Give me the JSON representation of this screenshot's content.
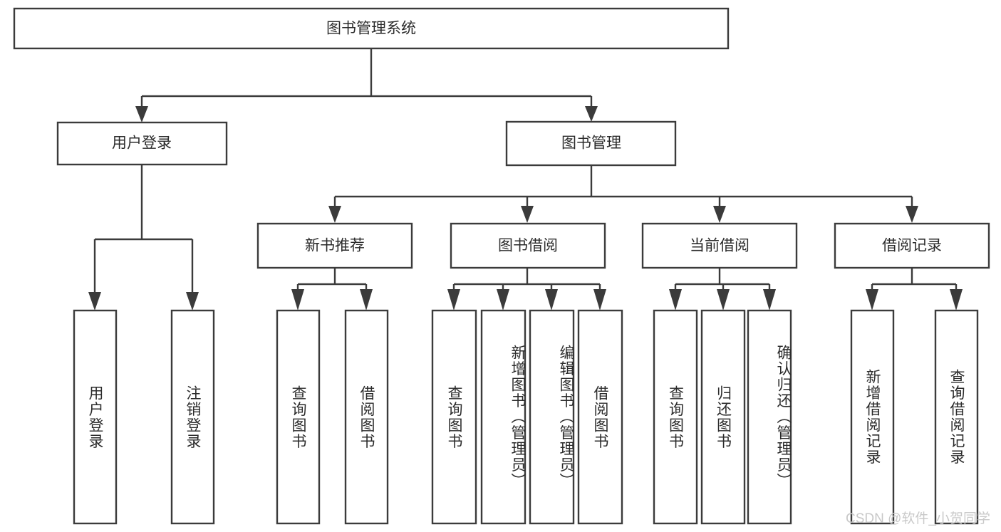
{
  "diagram": {
    "title": "图书管理系统",
    "type": "hierarchy-tree",
    "watermark": "CSDN @软件_小贺同学",
    "colors": {
      "stroke": "#3b3b3b",
      "fill": "#ffffff",
      "text": "#2b2b2b",
      "watermark": "#c9c9c9"
    },
    "nodes": {
      "root": {
        "label": "图书管理系统",
        "orientation": "horizontal"
      },
      "level1": [
        {
          "id": "user-login",
          "label": "用户登录",
          "orientation": "horizontal"
        },
        {
          "id": "book-management",
          "label": "图书管理",
          "orientation": "horizontal"
        }
      ],
      "level2": [
        {
          "id": "new-book-recommend",
          "label": "新书推荐",
          "orientation": "horizontal"
        },
        {
          "id": "book-borrow",
          "label": "图书借阅",
          "orientation": "horizontal"
        },
        {
          "id": "current-borrow",
          "label": "当前借阅",
          "orientation": "horizontal"
        },
        {
          "id": "borrow-record",
          "label": "借阅记录",
          "orientation": "horizontal"
        }
      ],
      "leaves": [
        {
          "id": "leaf-user-login",
          "label": "用户登录",
          "parent": "user-login",
          "orientation": "vertical"
        },
        {
          "id": "leaf-logout-login",
          "label": "注销登录",
          "parent": "user-login",
          "orientation": "vertical"
        },
        {
          "id": "leaf-query-book-1",
          "label": "查询图书",
          "parent": "new-book-recommend",
          "orientation": "vertical"
        },
        {
          "id": "leaf-borrow-book-1",
          "label": "借阅图书",
          "parent": "new-book-recommend",
          "orientation": "vertical"
        },
        {
          "id": "leaf-query-book-2",
          "label": "查询图书",
          "parent": "book-borrow",
          "orientation": "vertical"
        },
        {
          "id": "leaf-add-book",
          "label": "新增图书（管理员）",
          "parent": "book-borrow",
          "orientation": "vertical"
        },
        {
          "id": "leaf-edit-book",
          "label": "编辑图书（管理员）",
          "parent": "book-borrow",
          "orientation": "vertical"
        },
        {
          "id": "leaf-borrow-book-2",
          "label": "借阅图书",
          "parent": "book-borrow",
          "orientation": "vertical"
        },
        {
          "id": "leaf-query-book-3",
          "label": "查询图书",
          "parent": "current-borrow",
          "orientation": "vertical"
        },
        {
          "id": "leaf-return-book",
          "label": "归还图书",
          "parent": "current-borrow",
          "orientation": "vertical"
        },
        {
          "id": "leaf-confirm-return",
          "label": "确认归还（管理员）",
          "parent": "current-borrow",
          "orientation": "vertical"
        },
        {
          "id": "leaf-add-record",
          "label": "新增借阅记录",
          "parent": "borrow-record",
          "orientation": "vertical"
        },
        {
          "id": "leaf-query-record",
          "label": "查询借阅记录",
          "parent": "borrow-record",
          "orientation": "vertical"
        }
      ]
    }
  }
}
